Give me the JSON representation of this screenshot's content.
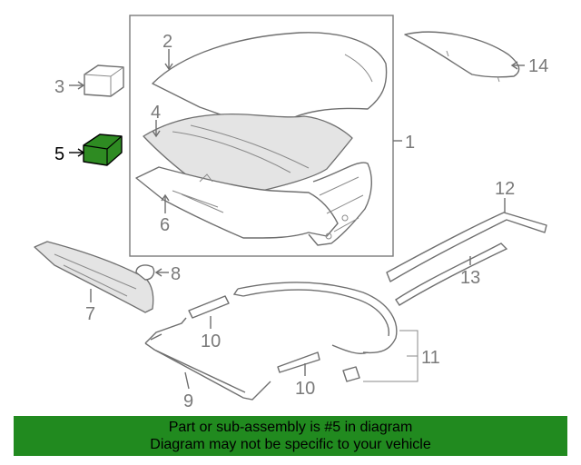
{
  "callouts": {
    "c1": "1",
    "c2": "2",
    "c3": "3",
    "c4": "4",
    "c5": "5",
    "c6": "6",
    "c7": "7",
    "c8": "8",
    "c9": "9",
    "c10a": "10",
    "c10b": "10",
    "c11": "11",
    "c12": "12",
    "c13": "13",
    "c14": "14"
  },
  "highlighted_part": "5",
  "colors": {
    "highlight": "#2e8b22",
    "banner": "#218a1f",
    "line": "#6f6f6f"
  },
  "banner": {
    "line1": "Part or sub-assembly is #5 in diagram",
    "line2": "Diagram may not be specific to your vehicle"
  }
}
